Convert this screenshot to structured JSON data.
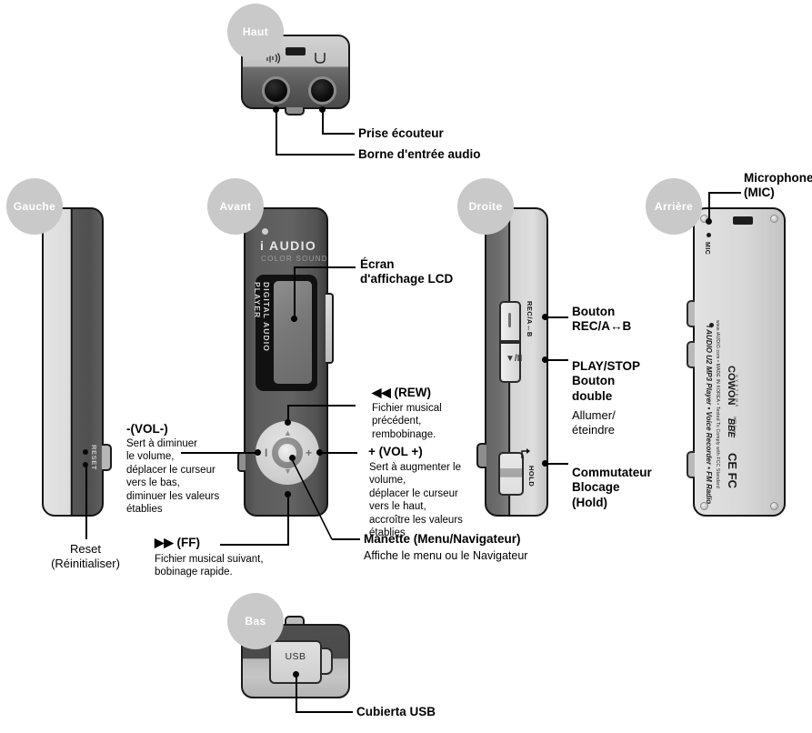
{
  "views": {
    "top": "Haut",
    "left": "Gauche",
    "front": "Avant",
    "right": "Droite",
    "back": "Arrière",
    "bottom": "Bas"
  },
  "top_view": {
    "callouts": [
      {
        "title": "Prise écouteur"
      },
      {
        "title": "Borne d'entrée audio"
      }
    ],
    "icons": {
      "audio_in": "audio-input-icon",
      "headphone": "headphone-icon"
    }
  },
  "left_view": {
    "reset_engraving": "RESET",
    "callout": "Reset\n(Réinitialiser)"
  },
  "front_view": {
    "brand": "i AUDIO",
    "brand_sub": "COLOR SOUND",
    "lcd_text": "DIGITAL AUDIO PLAYER",
    "dpad": {
      "up": "▲",
      "down": "▼",
      "minus": "I",
      "plus": "+"
    },
    "callouts": {
      "lcd": {
        "title": "Écran\nd'affichage LCD"
      },
      "rew": {
        "title": "◀◀ (REW)",
        "body": "Fichier musical\nprécédent,\nrembobinage."
      },
      "volplus": {
        "title": "+ (VOL +)",
        "body": "Sert à augmenter le\nvolume,\ndéplacer le curseur\nvers le haut,\naccroître les valeurs\nétablies"
      },
      "volminus": {
        "title": "-(VOL-)",
        "body": "Sert à diminuer\nle volume,\ndéplacer le curseur\nvers le bas,\ndiminuer les valeurs\nétablies"
      },
      "ff": {
        "title": "▶▶ (FF)",
        "body": "Fichier musical suivant,\nbobinage rapide."
      },
      "joystick": {
        "title": "Manette (Menu/Navigateur)",
        "body": "Affiche le menu ou le Navigateur"
      }
    }
  },
  "right_view": {
    "engravings": {
      "rec": "REC/A↔B",
      "play": "▼/II",
      "hold": "HOLD"
    },
    "callouts": {
      "rec": {
        "title": "Bouton\nREC/A↔B"
      },
      "play": {
        "title": "PLAY/STOP\nBouton\ndouble",
        "body": "Allumer/\néteindre"
      },
      "hold": {
        "title": "Commutateur\nBlocage\n(Hold)"
      }
    }
  },
  "back_view": {
    "mic_engraving": "MIC",
    "callout": {
      "title": "Microphone\n(MIC)"
    },
    "print": {
      "line1": "www.iAUDIO.com • MADE IN KOREA • Tested To Comply with FCC Standard",
      "line2": "i AUDIO U2   MP3 Player • Voice Recorder • FM Radio",
      "brand": "COWON",
      "brand_sub": "S Y S T E M S",
      "bbe": "BBE",
      "bbe_sub": "MP3 Sound",
      "marks": "CE FC"
    }
  },
  "bottom_view": {
    "usb_label": "USB",
    "callout": {
      "title": "Cubierta USB"
    }
  },
  "colors": {
    "bubble": "#c9c9c9",
    "line": "#000000",
    "page_bg": "#ffffff"
  }
}
